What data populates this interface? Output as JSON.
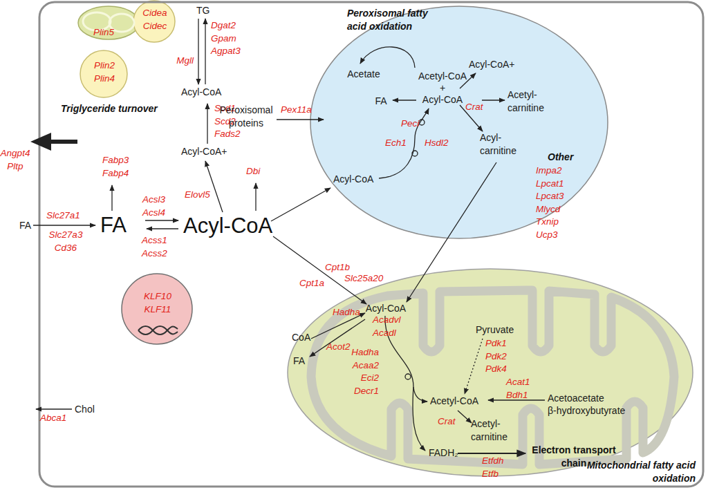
{
  "diagram": {
    "nodes": [
      {
        "text": [
          "Plin5"
        ]
      },
      {
        "text": [
          "Cidea Cidec"
        ]
      },
      {
        "text": [
          "Plin2 Plin4"
        ]
      },
      {
        "text": [
          "Peroxisomal fatty acid oxidation",
          "Acetate",
          "Acetyl-CoA",
          "+",
          "Acyl-CoA",
          "Acyl-CoA+",
          "FA",
          "Acetyl- carnitine",
          "Crat",
          "Peci",
          "Ech1",
          "Hsdl2",
          "Acyl- carnitine",
          "Acyl-CoA"
        ]
      },
      {
        "text": [
          "KLF10 KLF11"
        ]
      },
      {
        "text": [
          "Acyl-CoA",
          "CoA",
          "FA",
          "Hadha",
          "Acadvl Acadl",
          "Acot2",
          "Hadha Acaa2 Eci2 Decr1",
          "Pyruvate",
          "Pdk1 Pdk2 Pdk4",
          "Acat1 Bdh1",
          "Acetyl-CoA",
          "Acetoacetate",
          "β-hydroxybutyrate",
          "Crat",
          "Acetyl- carnitine",
          "FADH₂",
          "Electron transport chain",
          "Etfdh Etfb",
          "Mitochondrial fatty acid oxidation"
        ]
      }
    ],
    "labels": [
      "TG",
      "Mgll",
      "Dgat2 Gpam Agpat3",
      "Acyl-CoA",
      "Scd1 Scd2 Fads2",
      "Acyl-CoA+",
      "Triglyceride turnover",
      "Peroxisomal proteins",
      "Pex11a",
      "Angpt4 Pltp",
      "Fabp3 Fabp4",
      "Elovl5",
      "Dbi",
      "Other",
      "Impa2 Lpcat1 Lpcat3 Mlycd Txnip Ucp3",
      "FA",
      "Slc27a1",
      "Slc27a3 Cd36",
      "FA",
      "Acsl3 Acsl4",
      "Acss1 Acss2",
      "Acyl-CoA",
      "Cpt1b",
      "Slc25a20",
      "Cpt1a",
      "Chol",
      "Abca1"
    ]
  }
}
